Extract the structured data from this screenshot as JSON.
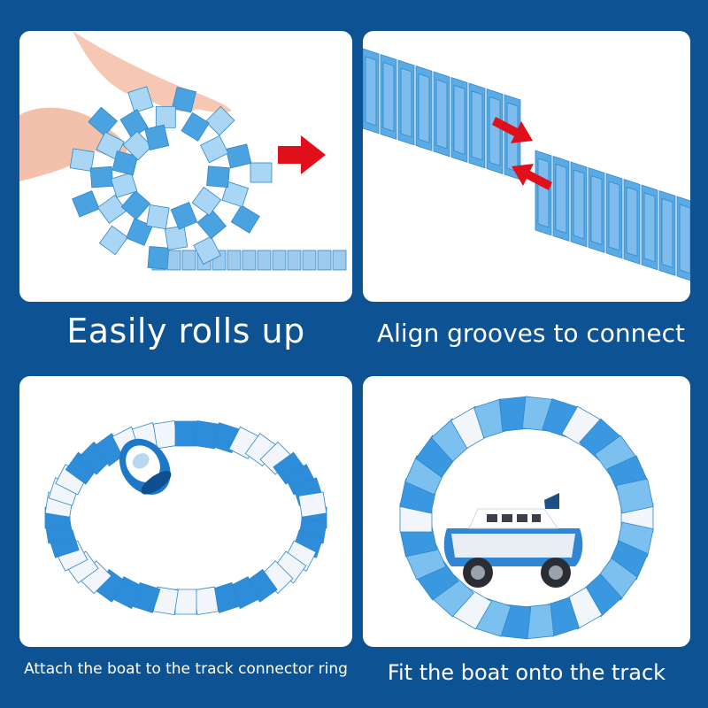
{
  "panels": [
    {
      "caption": "Easily rolls up"
    },
    {
      "caption": "Align grooves to connect"
    },
    {
      "caption": "Attach the boat to the track connector ring"
    },
    {
      "caption": "Fit the boat onto the track"
    }
  ],
  "colors": {
    "background": "#0d5293",
    "panel": "#ffffff",
    "track_blue": "#4aa3e0",
    "track_light": "#a9d6f5",
    "arrow_red": "#e0101a"
  }
}
